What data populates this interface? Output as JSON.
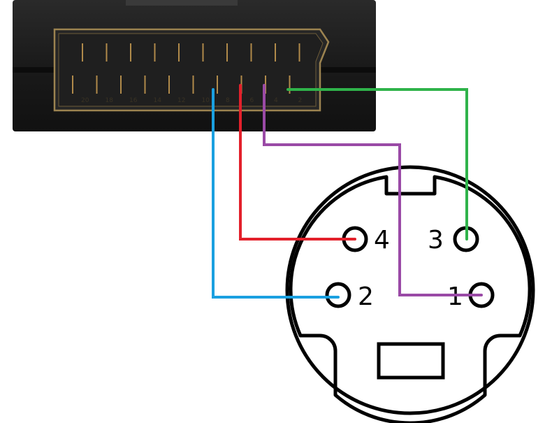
{
  "scart": {
    "body_color": "#1e1e1e",
    "pin_color": "#b08a4a",
    "top_pins": 10,
    "bottom_pins": 10,
    "faint_pin_labels": [
      "20",
      "18",
      "16",
      "14",
      "12",
      "10",
      "8",
      "6",
      "4",
      "2"
    ]
  },
  "mini_din": {
    "pins": [
      {
        "id": "pin4",
        "label": "4"
      },
      {
        "id": "pin3",
        "label": "3"
      },
      {
        "id": "pin2",
        "label": "2"
      },
      {
        "id": "pin1",
        "label": "1"
      }
    ]
  },
  "wires": [
    {
      "name": "blue-wire",
      "color": "#1aa0e0",
      "to": "pin2"
    },
    {
      "name": "red-wire",
      "color": "#e3202b",
      "to": "pin4"
    },
    {
      "name": "purple-wire",
      "color": "#9a4aa6",
      "to": "pin1"
    },
    {
      "name": "green-wire",
      "color": "#2fb34a",
      "to": "pin3"
    }
  ]
}
